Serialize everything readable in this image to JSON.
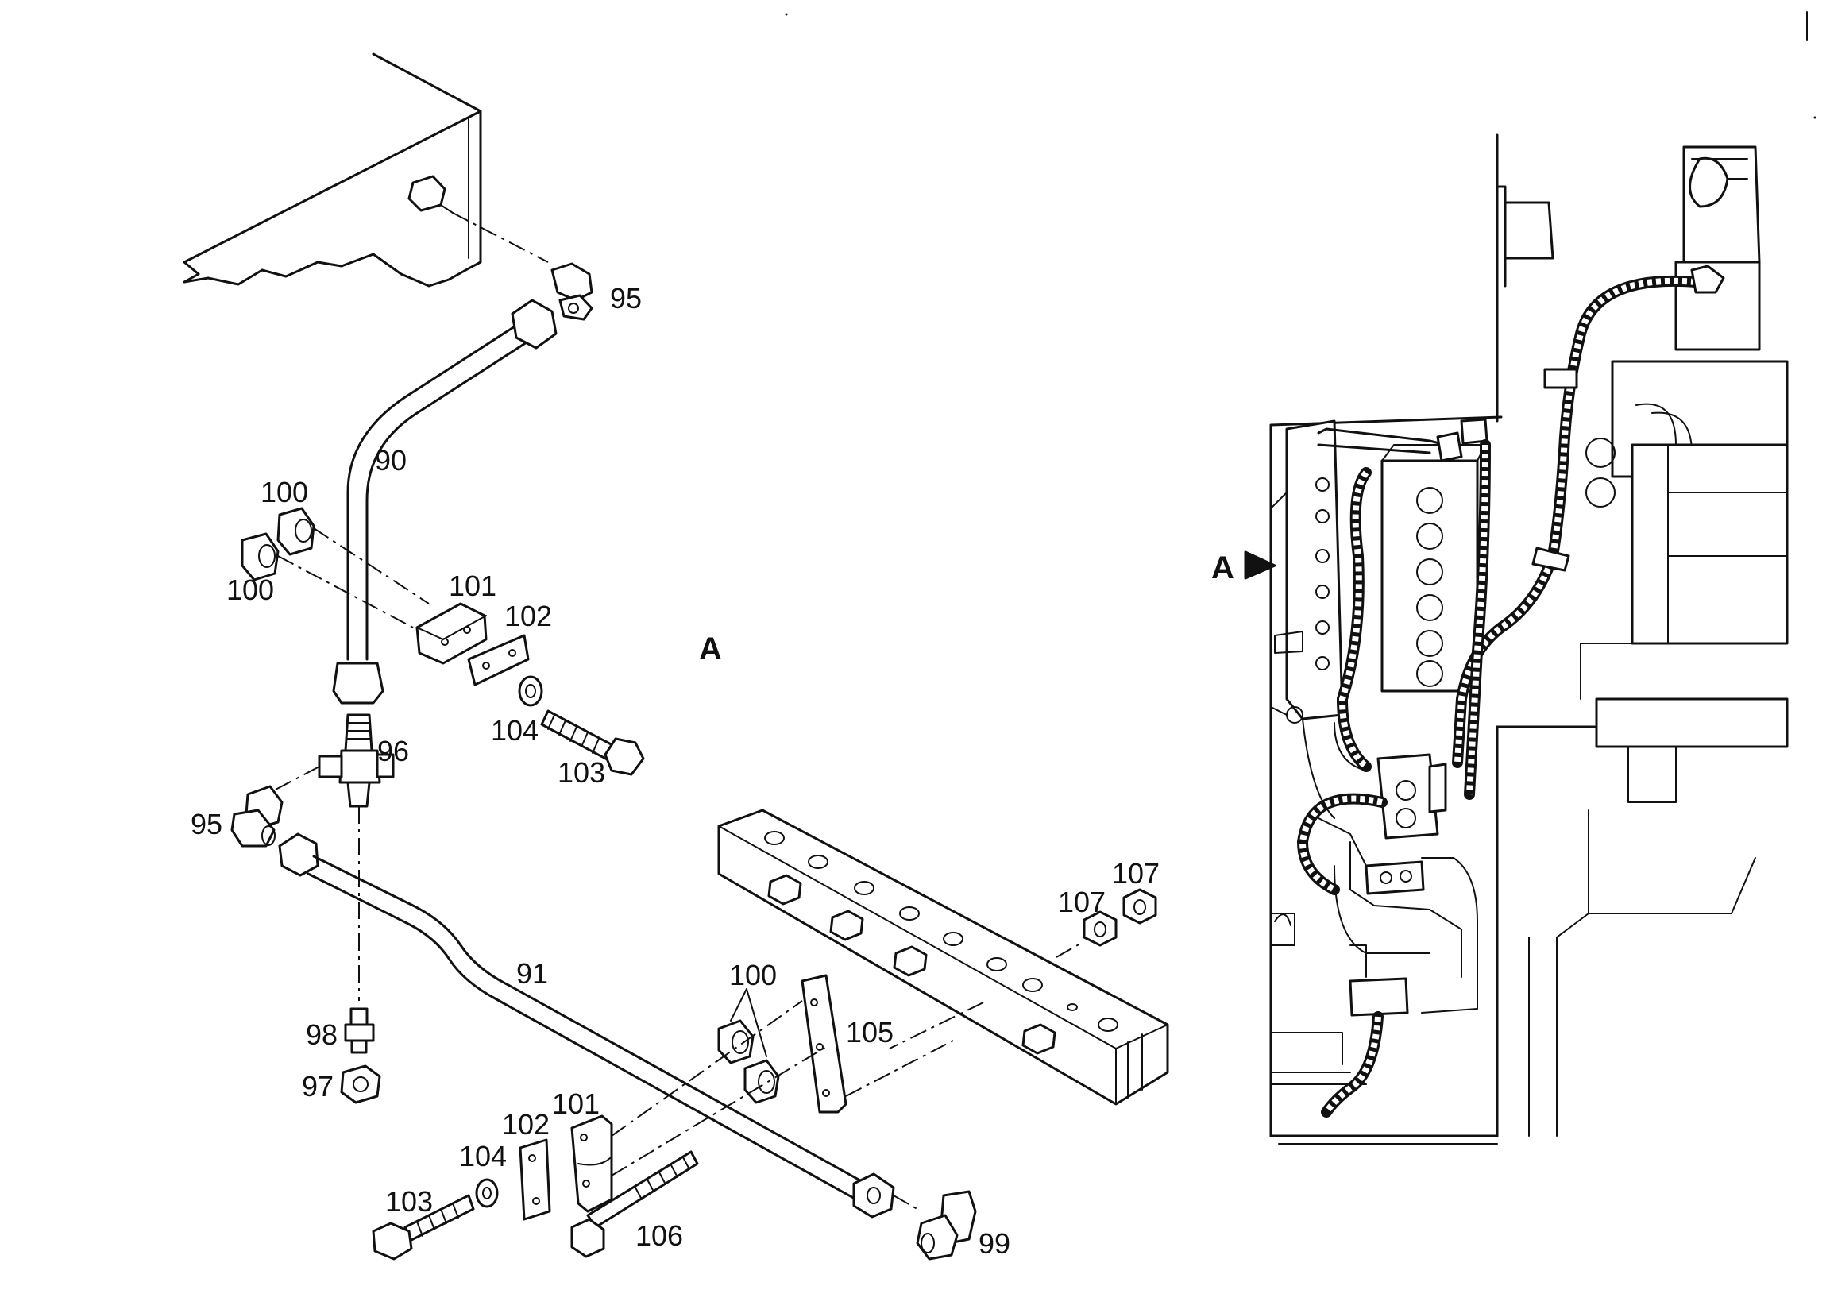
{
  "view_label": "A",
  "view_arrow_label": "A",
  "callouts": {
    "c95_top": "95",
    "c90": "90",
    "c100_a": "100",
    "c100_b": "100",
    "c101_top": "101",
    "c102_top": "102",
    "c104_top": "104",
    "c103_top": "103",
    "c96": "96",
    "c95_left": "95",
    "c91": "91",
    "c98": "98",
    "c97": "97",
    "c100_bottom": "100",
    "c105": "105",
    "c107_a": "107",
    "c107_b": "107",
    "c101_bottom": "101",
    "c102_bottom": "102",
    "c104_bottom": "104",
    "c103_bottom": "103",
    "c106": "106",
    "c99": "99"
  }
}
